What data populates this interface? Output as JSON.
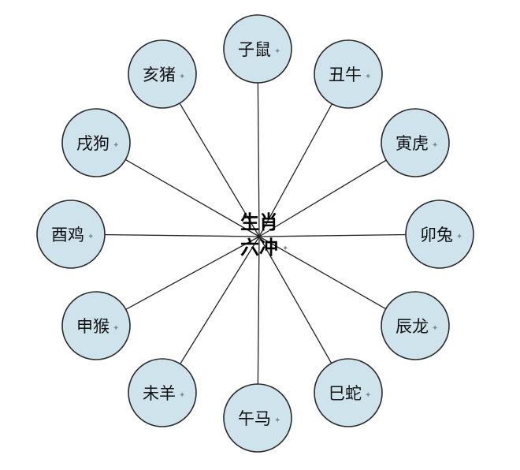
{
  "center": {
    "line1": "生肖",
    "line2": "六冲"
  },
  "colors": {
    "node_fill": "#cfe3ec",
    "node_stroke": "#2a2a2a",
    "line": "#222222"
  },
  "nodes": [
    {
      "label": "子鼠"
    },
    {
      "label": "丑牛"
    },
    {
      "label": "寅虎"
    },
    {
      "label": "卯兔"
    },
    {
      "label": "辰龙"
    },
    {
      "label": "巳蛇"
    },
    {
      "label": "午马"
    },
    {
      "label": "未羊"
    },
    {
      "label": "申猴"
    },
    {
      "label": "酉鸡"
    },
    {
      "label": "戌狗"
    },
    {
      "label": "亥猪"
    }
  ]
}
